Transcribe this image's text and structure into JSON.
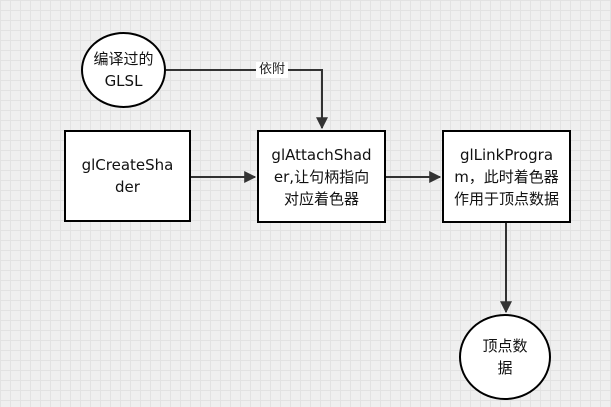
{
  "diagram": {
    "nodes": {
      "compiled_glsl": {
        "text": "编译过的GLSL",
        "shape": "circle"
      },
      "gl_create_shader": {
        "text": "glCreateShader",
        "shape": "rectangle"
      },
      "gl_attach_shader": {
        "text": "glAttachShader,让句柄指向对应着色器",
        "shape": "rectangle"
      },
      "gl_link_program": {
        "text": "glLinkProgram，此时着色器作用于顶点数据",
        "shape": "rectangle"
      },
      "vertex_data": {
        "text": "顶点数据",
        "shape": "circle"
      }
    },
    "edges": [
      {
        "from": "compiled_glsl",
        "to": "gl_attach_shader",
        "label": "依附"
      },
      {
        "from": "gl_create_shader",
        "to": "gl_attach_shader",
        "label": ""
      },
      {
        "from": "gl_attach_shader",
        "to": "gl_link_program",
        "label": ""
      },
      {
        "from": "gl_link_program",
        "to": "vertex_data",
        "label": ""
      }
    ]
  },
  "colors": {
    "background": "#efefef",
    "grid": "#e2e2e2",
    "node_fill": "#ffffff",
    "stroke": "#000000",
    "connector": "#333333"
  }
}
